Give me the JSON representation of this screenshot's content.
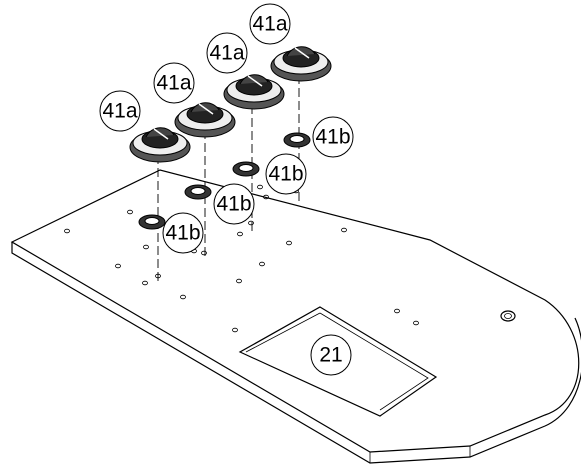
{
  "diagram": {
    "callouts": [
      {
        "id": "knob-1",
        "label": "41a"
      },
      {
        "id": "knob-2",
        "label": "41a"
      },
      {
        "id": "knob-3",
        "label": "41a"
      },
      {
        "id": "knob-4",
        "label": "41a"
      },
      {
        "id": "ring-1",
        "label": "41b"
      },
      {
        "id": "ring-2",
        "label": "41b"
      },
      {
        "id": "ring-3",
        "label": "41b"
      },
      {
        "id": "ring-4",
        "label": "41b"
      },
      {
        "id": "cutout",
        "label": "21"
      }
    ]
  }
}
